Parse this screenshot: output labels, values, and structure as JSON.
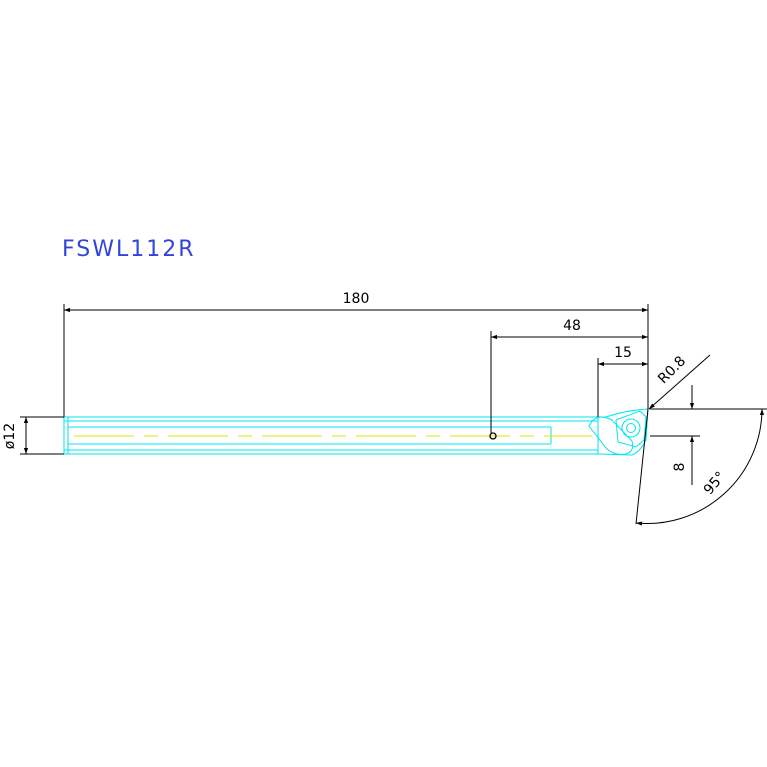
{
  "drawing": {
    "part_number": "FSWL112R",
    "colors": {
      "title": "#3344dd",
      "part_outline": "#00e5ee",
      "centerline": "#e8e000",
      "dimension": "#000000",
      "background": "#ffffff"
    },
    "dimensions": {
      "overall_length": "180",
      "clamp_length": "48",
      "head_length": "15",
      "nose_radius": "R0.8",
      "shank_diameter": "ø12",
      "offset": "8",
      "approach_angle": "95°"
    }
  }
}
